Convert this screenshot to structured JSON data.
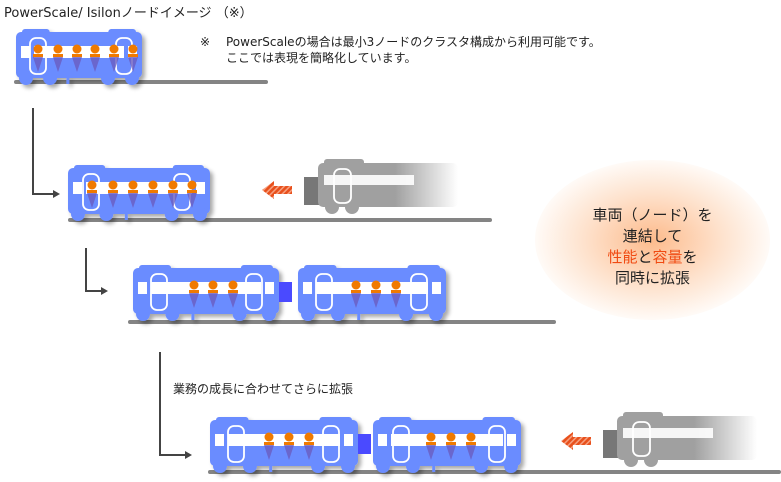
{
  "title": "PowerScale/ Isilonノードイメージ （※）",
  "note": {
    "mark": "※",
    "line1": "PowerScaleの場合は最小3ノードのクラスタ構成から利用可能です。",
    "line2": "ここでは表現を簡略化しています。"
  },
  "callout": {
    "line1": "車両（ノード）を",
    "line2": "連結して",
    "line3_hl1": "性能",
    "line3_mid": "と",
    "line3_hl2": "容量",
    "line3_end": "を",
    "line4": "同時に拡張"
  },
  "caption": "業務の成長に合わせてさらに拡張",
  "colors": {
    "car_body": "#6a8cff",
    "coupler": "#4a4aff",
    "passenger": "#f07a00",
    "incoming_train": "#a0a0a0",
    "arrow": "#e8501c",
    "rail": "#6e6e6e",
    "highlight_text": "#f04a12"
  },
  "icons": {
    "train_car": "train-car-icon",
    "passenger": "passenger-icon",
    "incoming_train": "incoming-train-icon",
    "left_arrow": "left-arrow-icon",
    "flow_arrow": "flow-arrow-icon"
  }
}
